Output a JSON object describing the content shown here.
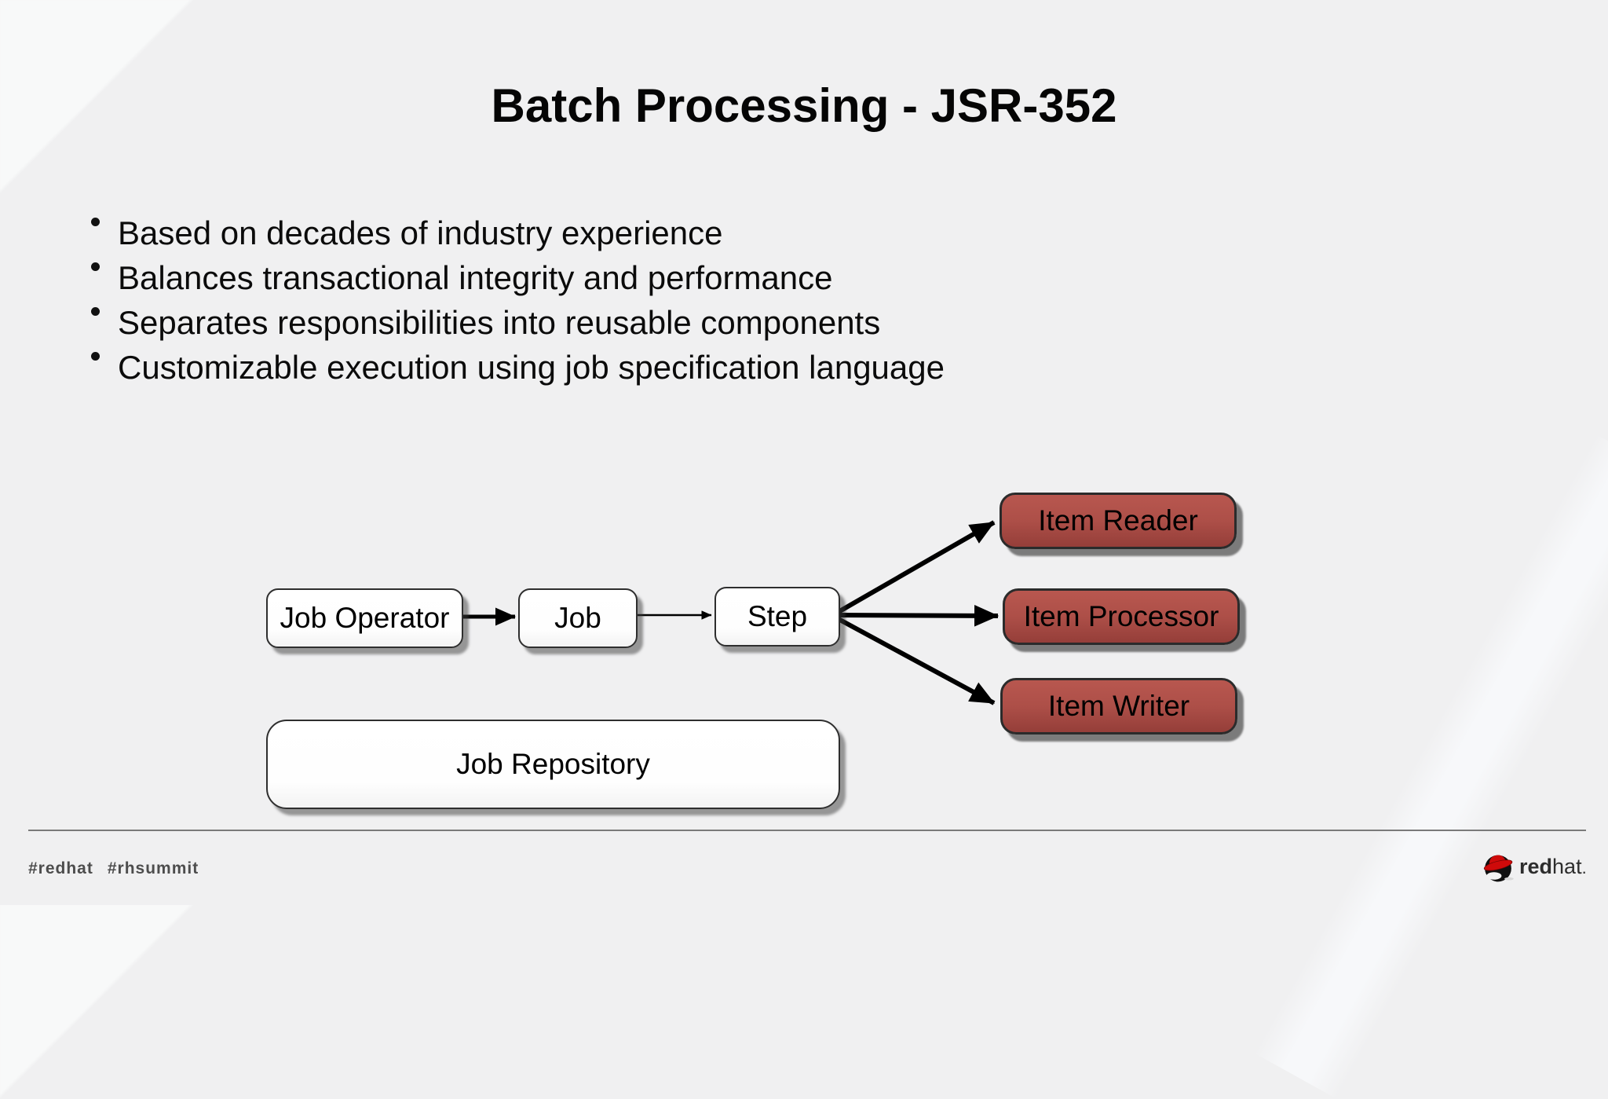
{
  "slide": {
    "title": "Batch Processing - JSR-352",
    "bullets": [
      "Based on decades of industry experience",
      "Balances transactional integrity and performance",
      "Separates responsibilities into reusable components",
      "Customizable execution using job specification language"
    ],
    "diagram": {
      "nodes": [
        {
          "id": "job-operator",
          "label": "Job Operator",
          "style": "white"
        },
        {
          "id": "job",
          "label": "Job",
          "style": "white"
        },
        {
          "id": "step",
          "label": "Step",
          "style": "white"
        },
        {
          "id": "item-reader",
          "label": "Item Reader",
          "style": "red"
        },
        {
          "id": "item-processor",
          "label": "Item Processor",
          "style": "red"
        },
        {
          "id": "item-writer",
          "label": "Item Writer",
          "style": "red"
        },
        {
          "id": "job-repository",
          "label": "Job Repository",
          "style": "white"
        }
      ],
      "edges": [
        {
          "from": "Job Operator",
          "to": "Job"
        },
        {
          "from": "Job",
          "to": "Step"
        },
        {
          "from": "Step",
          "to": "Item Reader"
        },
        {
          "from": "Step",
          "to": "Item Processor"
        },
        {
          "from": "Step",
          "to": "Item Writer"
        }
      ]
    },
    "footer": {
      "hashtags": [
        "#redhat",
        "#rhsummit"
      ],
      "logo": {
        "brand_bold": "red",
        "brand_regular": "hat",
        "period": "."
      }
    },
    "colors": {
      "background": "#f0f0f1",
      "node_red_fill": "#ad4f48",
      "node_border": "#2e2e2e",
      "arrow": "#000000",
      "divider": "#7a7a7a",
      "footer_text": "#4d4d4d",
      "logo_red": "#cf0a0a",
      "title_text": "#050505"
    }
  }
}
